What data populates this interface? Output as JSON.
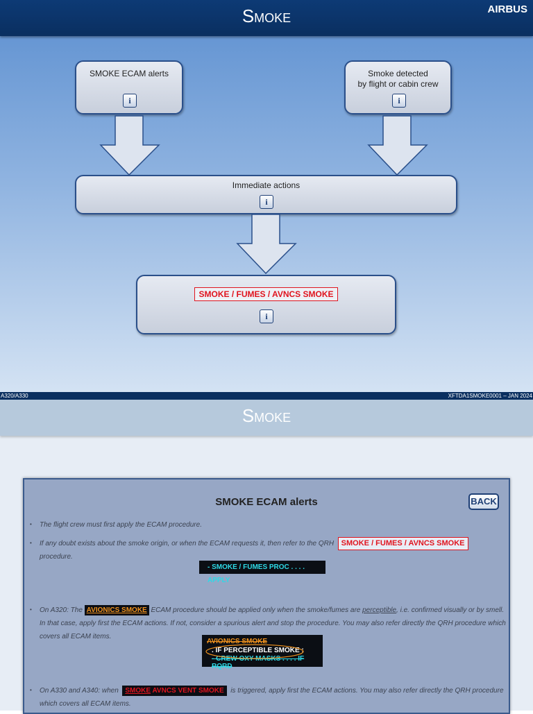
{
  "slide1": {
    "title": "Smoke",
    "logo": "AIRBUS",
    "box_ecam": {
      "label": "SMOKE ECAM alerts",
      "info": "i"
    },
    "box_detected": {
      "label_line1": "Smoke detected",
      "label_line2": "by flight or cabin crew",
      "info": "i"
    },
    "box_immediate": {
      "label": "Immediate actions",
      "info": "i"
    },
    "box_procedure": {
      "label": "SMOKE / FUMES / AVNCS SMOKE",
      "info": "i"
    },
    "footer_left": "A320/A330",
    "footer_right": "XFTDA1SMOKE0001 – JAN 2024",
    "colors": {
      "header": "#0d3a75",
      "alert_red": "#e0141e"
    }
  },
  "slide2": {
    "title": "Smoke",
    "panel_title": "SMOKE ECAM alerts",
    "back_label": "BACK",
    "bullet": "•",
    "p1": "The flight crew must first apply the ECAM procedure.",
    "p2a": "If any doubt exists about the smoke origin, or when the ECAM requests it, then refer to the QRH",
    "p2_proc": "SMOKE / FUMES / AVNCS SMOKE",
    "p2b": "procedure.",
    "ecam1": "-  SMOKE / FUMES PROC . . . . APPLY",
    "p3_prefix": "On A320: The",
    "p3_label": "AVIONICS SMOKE",
    "p3_mid": "ECAM procedure should be applied only when the smoke/fumes are",
    "p3_underlined": "perceptible",
    "p3_rest": ", i.e. confirmed visually or by smell. In that case, apply first the ECAM actions. If not, consider a spurious alert and stop the procedure. You may also refer directly the QRH procedure which covers all ECAM items.",
    "ecam2_l1": "AVIONICS SMOKE",
    "ecam2_l2": ". IF PERCEPTIBLE SMOKE :",
    "ecam2_l3": "-  CREW OXY MASKS . . . . IF RQRD",
    "p4_prefix": "On A330 and A340: when",
    "p4_label_a": "SMOKE",
    "p4_label_b": "AVNCS VENT SMOKE",
    "p4_rest": "is triggered, apply first the ECAM actions. You may also refer directly the QRH procedure which covers all ECAM items.",
    "colors": {
      "amber": "#f0921e",
      "cyan": "#2ed9e6",
      "red": "#e0141e"
    }
  }
}
